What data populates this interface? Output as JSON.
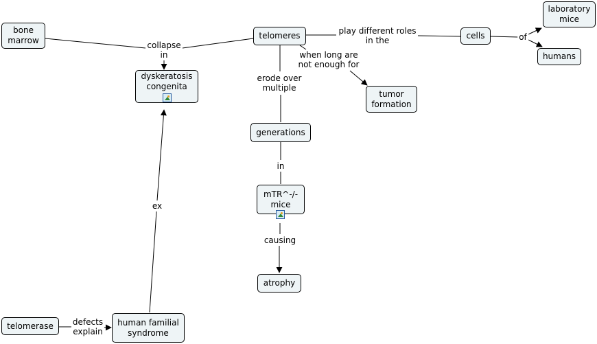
{
  "nodes": {
    "bone_marrow": "bone\nmarrow",
    "dyskeratosis": "dyskeratosis\ncongenita",
    "telomeres": "telomeres",
    "cells": "cells",
    "laboratory_mice": "laboratory\nmice",
    "humans": "humans",
    "tumor_formation": "tumor\nformation",
    "generations": "generations",
    "mtr_mice": "mTR^-/-\nmice",
    "atrophy": "atrophy",
    "telomerase": "telomerase",
    "human_familial_syndrome": "human familial\nsyndrome"
  },
  "links": {
    "collapse_in": "collapse\nin",
    "play_roles": "play different roles\nin the",
    "of": "of",
    "when_long": "when long are\nnot enough for",
    "erode": "erode over\nmultiple",
    "in": "in",
    "causing": "causing",
    "ex": "ex",
    "defects_explain": "defects\nexplain"
  },
  "icons": [
    "image-resource-icon",
    "image-resource-icon"
  ],
  "colors": {
    "node_fill": "#eef4f6",
    "line": "#000000"
  }
}
